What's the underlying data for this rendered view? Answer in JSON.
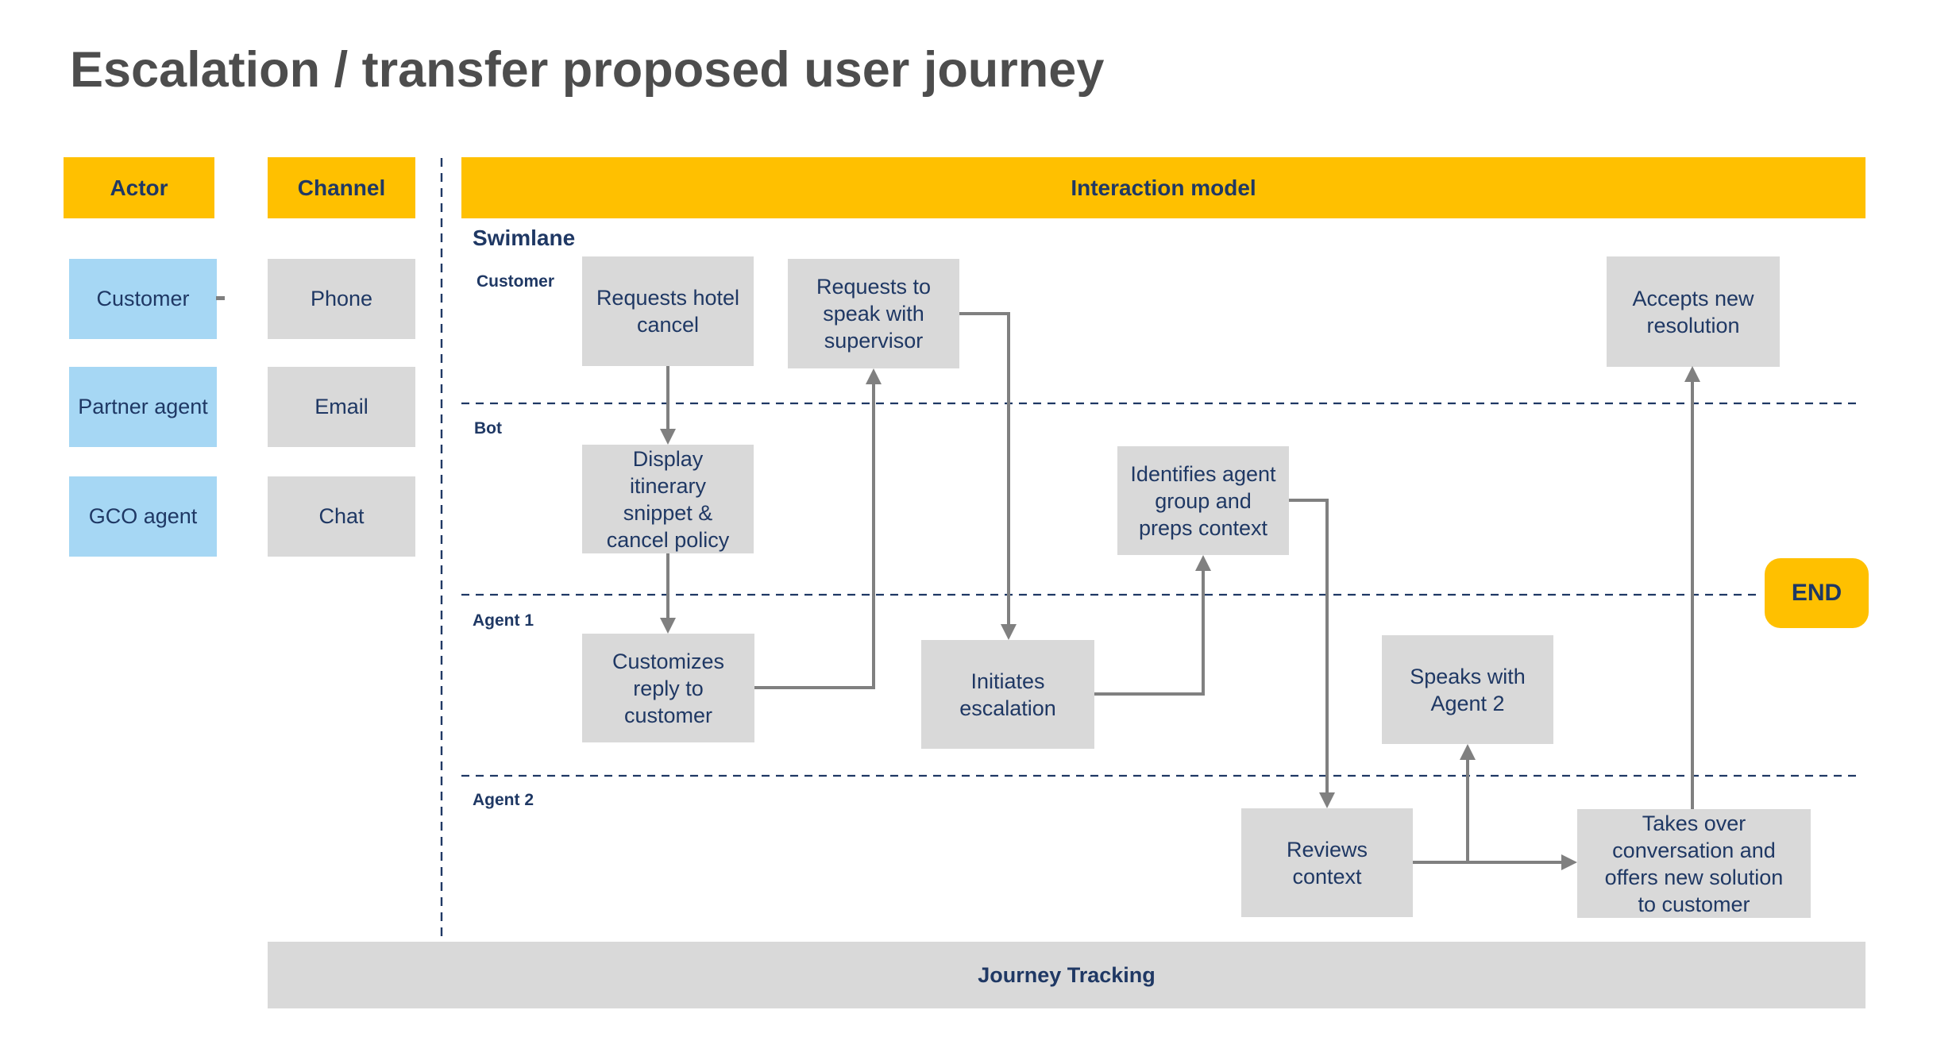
{
  "title": "Escalation / transfer proposed user journey",
  "colors": {
    "accent_gold": "#FFC000",
    "navy_text": "#1F3864",
    "actor_blue": "#A6D7F4",
    "shape_gray": "#D9D9D9",
    "arrow_gray": "#808080",
    "title_gray": "#4D4D4D"
  },
  "actor_column": {
    "header": "Actor",
    "items": [
      "Customer",
      "Partner agent",
      "GCO agent"
    ]
  },
  "channel_column": {
    "header": "Channel",
    "items": [
      "Phone",
      "Email",
      "Chat"
    ]
  },
  "interaction": {
    "header": "Interaction model",
    "swimlane_label": "Swimlane",
    "lanes": [
      "Customer",
      "Bot",
      "Agent 1",
      "Agent 2"
    ]
  },
  "nodes": {
    "requests_hotel_cancel": "Requests hotel\ncancel",
    "requests_supervisor": "Requests to\nspeak with\nsupervisor",
    "accepts_new_resolution": "Accepts new\nresolution",
    "display_itinerary": "Display\nitinerary\nsnippet &\ncancel policy",
    "identifies_agent": "Identifies agent\ngroup and\npreps context",
    "customizes_reply": "Customizes\nreply to\ncustomer",
    "initiates_escalation": "Initiates\nescalation",
    "speaks_agent2": "Speaks with\nAgent 2",
    "reviews_context": "Reviews\ncontext",
    "takes_over": "Takes over\nconversation and\noffers new solution\nto customer"
  },
  "end_label": "END",
  "journey_tracking_label": "Journey Tracking",
  "edges": [
    "requests_hotel_cancel -> display_itinerary",
    "display_itinerary -> customizes_reply",
    "customizes_reply -> requests_supervisor",
    "requests_supervisor -> initiates_escalation",
    "initiates_escalation -> identifies_agent",
    "identifies_agent -> reviews_context",
    "reviews_context -> takes_over",
    "reviews_context -> speaks_agent2",
    "takes_over -> accepts_new_resolution"
  ]
}
